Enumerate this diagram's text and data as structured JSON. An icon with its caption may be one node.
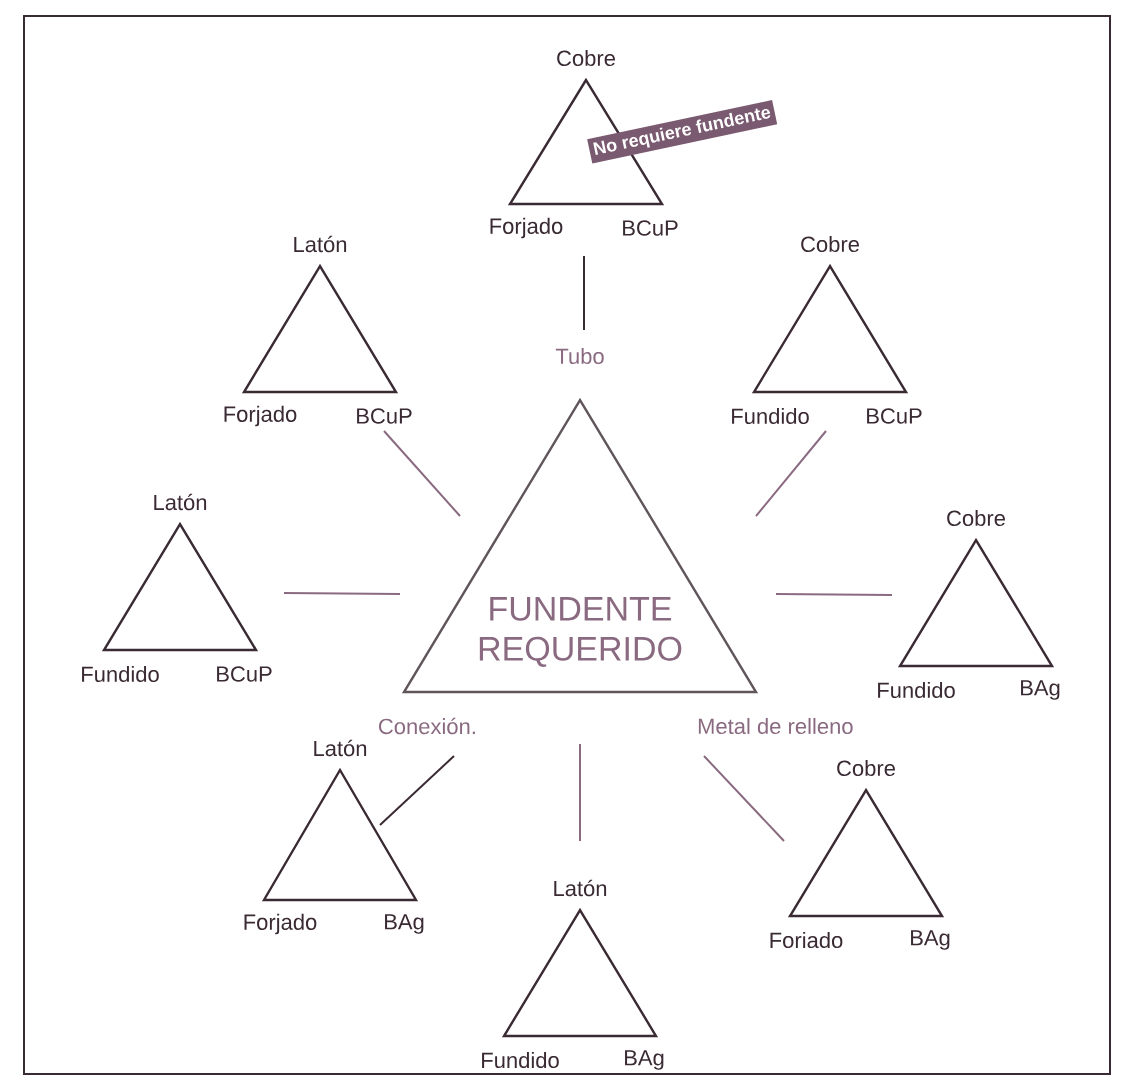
{
  "diagram": {
    "nodes": [
      {
        "text": [
          "Tubo",
          "FUNDENTE REQUERIDO",
          "Conexión.",
          "Metal de relleno"
        ]
      },
      {
        "text": [
          "Cobre",
          "Forjado",
          "BCuP",
          "No requiere fundente"
        ]
      },
      {
        "text": [
          "Latón",
          "Forjado",
          "BCuP"
        ]
      },
      {
        "text": [
          "Cobre",
          "Fundido",
          "BCuP"
        ]
      },
      {
        "text": [
          "Latón",
          "Fundido",
          "BCuP"
        ]
      },
      {
        "text": [
          "Cobre",
          "Fundido",
          "BAg"
        ]
      },
      {
        "text": [
          "Latón",
          "Forjado",
          "BAg"
        ]
      },
      {
        "text": [
          "Cobre",
          "Foriado",
          "BAg"
        ]
      },
      {
        "text": [
          "Latón",
          "Fundido",
          "BAg"
        ]
      }
    ],
    "edges": [
      {
        "from": 0,
        "to": 1,
        "arrow": "none",
        "color": "#3a2a33"
      },
      {
        "from": 0,
        "to": 2,
        "arrow": "none"
      },
      {
        "from": 0,
        "to": 3,
        "arrow": "none"
      },
      {
        "from": 0,
        "to": 4,
        "arrow": "none"
      },
      {
        "from": 0,
        "to": 5,
        "arrow": "none"
      },
      {
        "from": 0,
        "to": 6,
        "arrow": "none",
        "color": "#3a2a33"
      },
      {
        "from": 0,
        "to": 7,
        "arrow": "none"
      },
      {
        "from": 0,
        "to": 8,
        "arrow": "none"
      }
    ]
  }
}
